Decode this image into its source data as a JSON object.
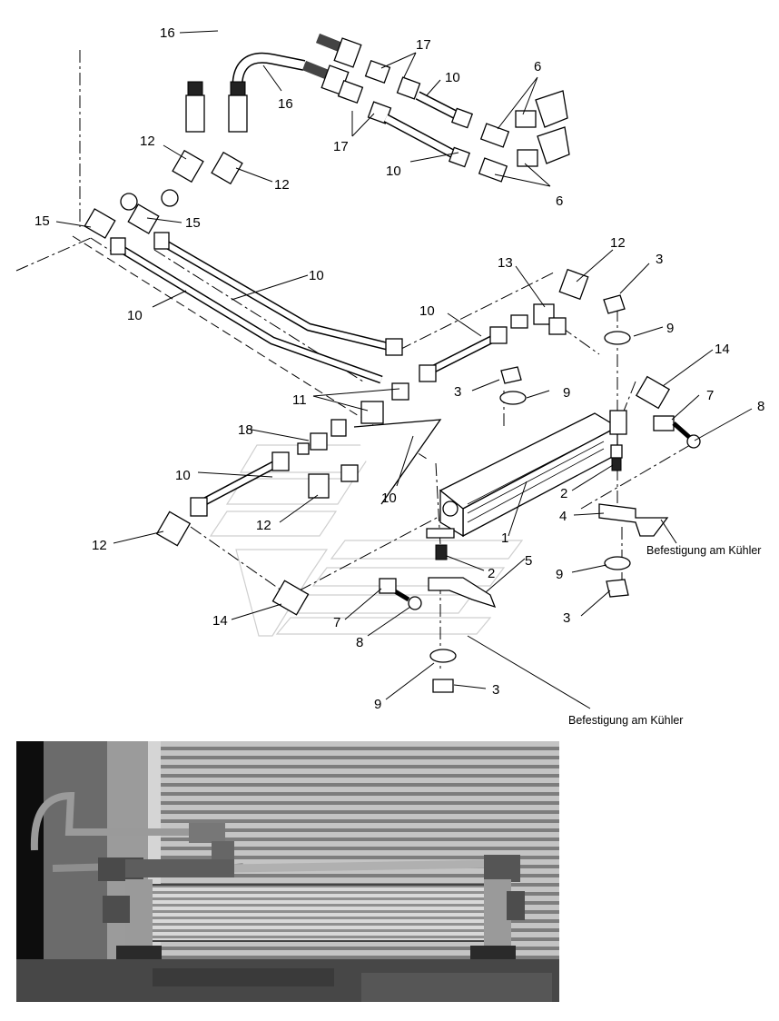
{
  "callouts": [
    {
      "id": "c16a",
      "text": "16"
    },
    {
      "id": "c16b",
      "text": "16"
    },
    {
      "id": "c17a",
      "text": "17"
    },
    {
      "id": "c17b",
      "text": "17"
    },
    {
      "id": "c10a",
      "text": "10"
    },
    {
      "id": "c10b",
      "text": "10"
    },
    {
      "id": "c6a",
      "text": "6"
    },
    {
      "id": "c6b",
      "text": "6"
    },
    {
      "id": "c12a",
      "text": "12"
    },
    {
      "id": "c12b",
      "text": "12"
    },
    {
      "id": "c15a",
      "text": "15"
    },
    {
      "id": "c15b",
      "text": "15"
    },
    {
      "id": "c12c",
      "text": "12"
    },
    {
      "id": "c13",
      "text": "13"
    },
    {
      "id": "c3a",
      "text": "3"
    },
    {
      "id": "c10c",
      "text": "10"
    },
    {
      "id": "c10d",
      "text": "10"
    },
    {
      "id": "c10e",
      "text": "10"
    },
    {
      "id": "c9a",
      "text": "9"
    },
    {
      "id": "c14a",
      "text": "14"
    },
    {
      "id": "c3b",
      "text": "3"
    },
    {
      "id": "c9b",
      "text": "9"
    },
    {
      "id": "c11",
      "text": "11"
    },
    {
      "id": "c7a",
      "text": "7"
    },
    {
      "id": "c8a",
      "text": "8"
    },
    {
      "id": "c18",
      "text": "18"
    },
    {
      "id": "c2a",
      "text": "2"
    },
    {
      "id": "c10f",
      "text": "10"
    },
    {
      "id": "c10g",
      "text": "10"
    },
    {
      "id": "c1",
      "text": "1"
    },
    {
      "id": "c4",
      "text": "4"
    },
    {
      "id": "c12d",
      "text": "12"
    },
    {
      "id": "c12e",
      "text": "12"
    },
    {
      "id": "c5",
      "text": "5"
    },
    {
      "id": "c2b",
      "text": "2"
    },
    {
      "id": "c9c",
      "text": "9"
    },
    {
      "id": "c3c",
      "text": "3"
    },
    {
      "id": "c14b",
      "text": "14"
    },
    {
      "id": "c7b",
      "text": "7"
    },
    {
      "id": "c8b",
      "text": "8"
    },
    {
      "id": "c9d",
      "text": "9"
    },
    {
      "id": "c3d",
      "text": "3"
    }
  ],
  "notes": {
    "mount_right": "Befestigung am Kühler",
    "mount_bottom": "Befestigung am Kühler"
  },
  "photo": {
    "colors": {
      "fins": "#b9b9b9",
      "frame": "#111111",
      "pipe": "#a8a8a8",
      "cooler": "#cfcfcf"
    }
  }
}
